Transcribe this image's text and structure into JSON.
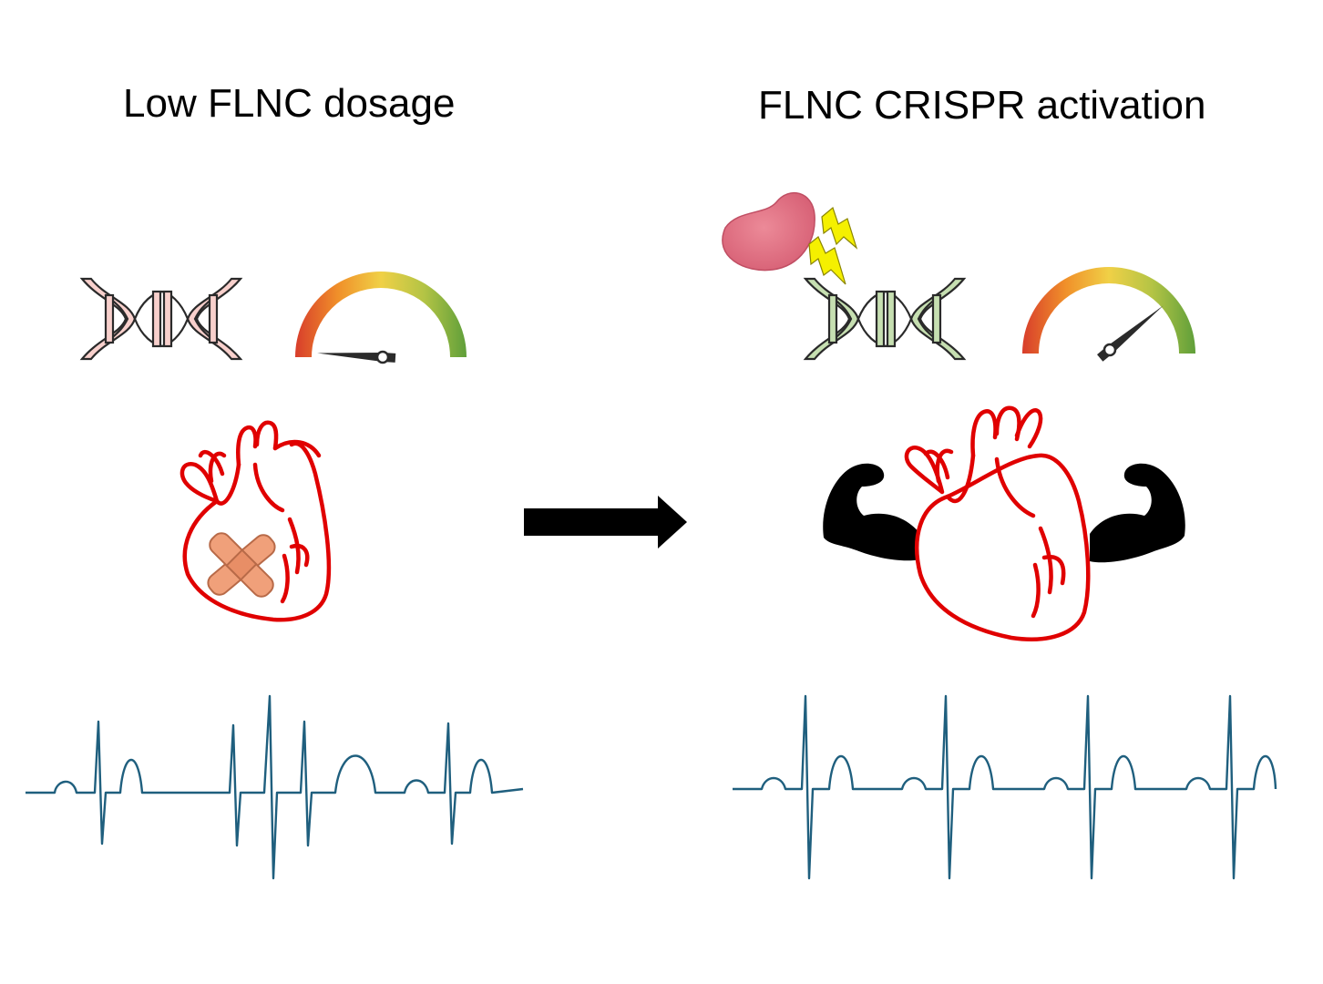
{
  "panels": {
    "left": {
      "title": "Low FLNC dosage"
    },
    "right": {
      "title": "FLNC CRISPR activation"
    }
  },
  "icons": {
    "left_dna": "dna-icon",
    "left_gauge": "gauge-icon",
    "left_heart": "injured-heart-icon",
    "left_ecg": "irregular-ecg-icon",
    "arrow": "right-arrow-icon",
    "right_protein": "activator-protein-icon",
    "right_lightning": "lightning-icon",
    "right_dna": "dna-icon",
    "right_gauge": "gauge-icon",
    "right_heart": "strong-heart-icon",
    "right_ecg": "regular-ecg-icon"
  },
  "gauges": {
    "left": {
      "level": 0.02
    },
    "right": {
      "level": 0.78
    }
  },
  "colors": {
    "dna_left_fill": "#f8d0cc",
    "dna_right_fill": "#c6dfb1",
    "heart_stroke": "#e00000",
    "ecg_stroke": "#1f5f7e",
    "protein_fill": "#e06a7e",
    "lightning_fill": "#f5f000",
    "gauge_low": "#d83d2b",
    "gauge_mid": "#f0d046",
    "gauge_high": "#5f9f3a",
    "bandage": "#f0a07a"
  }
}
